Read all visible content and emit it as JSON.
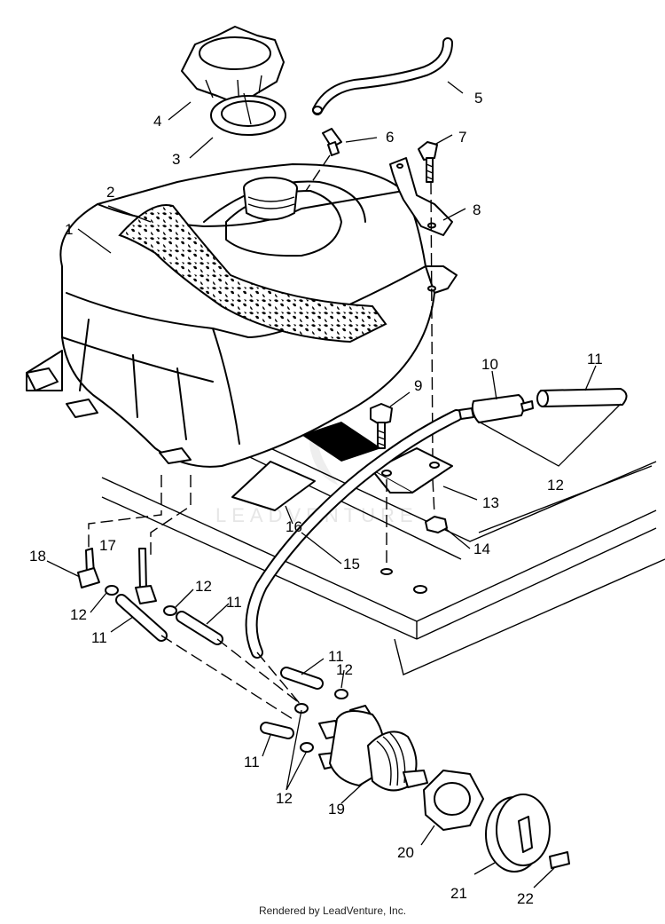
{
  "diagram": {
    "watermark": "LEADVENTURE",
    "footer": "Rendered by LeadVenture, Inc.",
    "callouts": [
      {
        "id": "c1",
        "text": "1"
      },
      {
        "id": "c2",
        "text": "2"
      },
      {
        "id": "c3",
        "text": "3"
      },
      {
        "id": "c4",
        "text": "4"
      },
      {
        "id": "c5",
        "text": "5"
      },
      {
        "id": "c6",
        "text": "6"
      },
      {
        "id": "c7",
        "text": "7"
      },
      {
        "id": "c8",
        "text": "8"
      },
      {
        "id": "c9",
        "text": "9"
      },
      {
        "id": "c10",
        "text": "10"
      },
      {
        "id": "c11a",
        "text": "11"
      },
      {
        "id": "c12a",
        "text": "12"
      },
      {
        "id": "c13",
        "text": "13"
      },
      {
        "id": "c14",
        "text": "14"
      },
      {
        "id": "c15",
        "text": "15"
      },
      {
        "id": "c16",
        "text": "16"
      },
      {
        "id": "c17",
        "text": "17"
      },
      {
        "id": "c18",
        "text": "18"
      },
      {
        "id": "c12b",
        "text": "12"
      },
      {
        "id": "c11b",
        "text": "11"
      },
      {
        "id": "c12c",
        "text": "12"
      },
      {
        "id": "c11c",
        "text": "11"
      },
      {
        "id": "c11d",
        "text": "11"
      },
      {
        "id": "c12d",
        "text": "12"
      },
      {
        "id": "c11e",
        "text": "11"
      },
      {
        "id": "c12e",
        "text": "12"
      },
      {
        "id": "c19",
        "text": "19"
      },
      {
        "id": "c20",
        "text": "20"
      },
      {
        "id": "c21",
        "text": "21"
      },
      {
        "id": "c22",
        "text": "22"
      }
    ]
  }
}
